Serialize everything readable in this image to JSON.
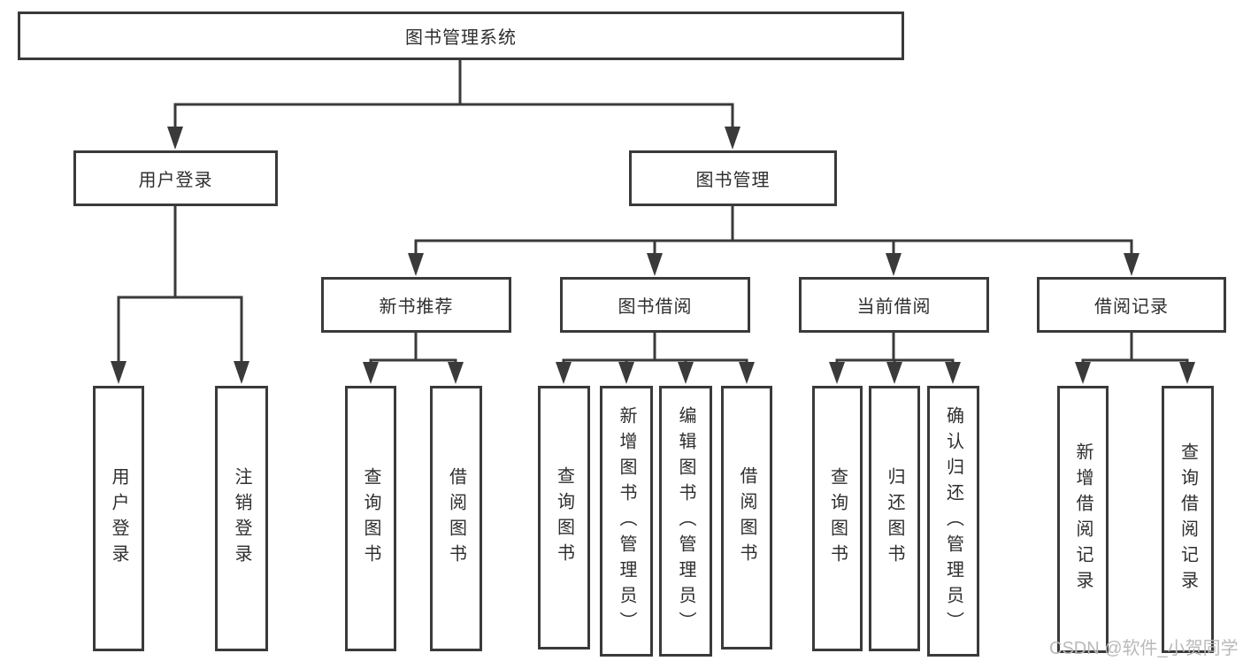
{
  "colors": {
    "line": "#3a3a3a",
    "text": "#2e2e2e",
    "node_bg": "#ffffff",
    "background": "#ffffff",
    "watermark": "#b9b9b9"
  },
  "tree": {
    "root": {
      "label": "图书管理系统"
    },
    "branches": [
      {
        "label": "用户登录",
        "leaves": [
          "用户登录",
          "注销登录"
        ]
      },
      {
        "label": "图书管理",
        "children": [
          {
            "label": "新书推荐",
            "leaves": [
              "查询图书",
              "借阅图书"
            ]
          },
          {
            "label": "图书借阅",
            "leaves": [
              "查询图书",
              "新增图书（管理员）",
              "编辑图书（管理员）",
              "借阅图书"
            ]
          },
          {
            "label": "当前借阅",
            "leaves": [
              "查询图书",
              "归还图书",
              "确认归还（管理员）"
            ]
          },
          {
            "label": "借阅记录",
            "leaves": [
              "新增借阅记录",
              "查询借阅记录"
            ]
          }
        ]
      }
    ]
  },
  "watermark": {
    "text": "CSDN @软件_小贺同学"
  }
}
